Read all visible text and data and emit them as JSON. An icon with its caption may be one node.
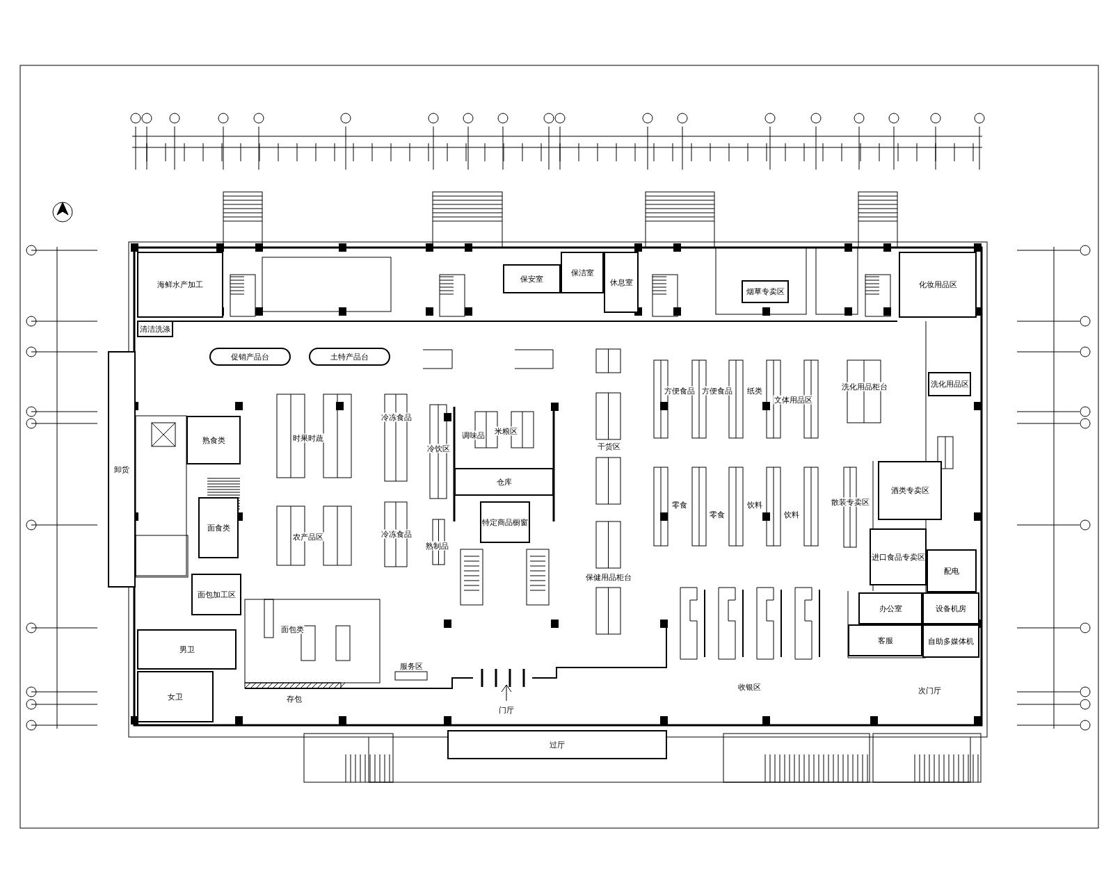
{
  "diagram": {
    "nodes": [
      {
        "text": [
          "海鲜水产加工"
        ]
      },
      {
        "text": [
          "清洁洗涤"
        ]
      },
      {
        "text": [
          "卸货"
        ]
      },
      {
        "text": [
          "熟食类"
        ]
      },
      {
        "text": [
          "面食类"
        ]
      },
      {
        "text": [
          "面包加工区"
        ]
      },
      {
        "text": [
          "男卫"
        ]
      },
      {
        "text": [
          "女卫"
        ]
      },
      {
        "text": [
          "保安室"
        ]
      },
      {
        "text": [
          "保洁室"
        ]
      },
      {
        "text": [
          "休息室"
        ]
      },
      {
        "text": [
          "烟草专卖区"
        ]
      },
      {
        "text": [
          "化妆用品区"
        ]
      },
      {
        "text": [
          "洗化用品区"
        ]
      },
      {
        "text": [
          "酒类专卖区"
        ]
      },
      {
        "text": [
          "进口食品专卖区"
        ]
      },
      {
        "text": [
          "配电"
        ]
      },
      {
        "text": [
          "办公室"
        ]
      },
      {
        "text": [
          "客服"
        ]
      },
      {
        "text": [
          "设备机房"
        ]
      },
      {
        "text": [
          "自助多媒体机"
        ]
      },
      {
        "text": [
          "仓库"
        ]
      },
      {
        "text": [
          "特定商品橱窗"
        ]
      },
      {
        "text": [
          "过厅"
        ]
      },
      {
        "text": [
          "促销产品台"
        ]
      },
      {
        "text": [
          "土特产品台"
        ]
      }
    ],
    "labels": [
      "时果时蔬",
      "农产品区",
      "冷冻食品",
      "冷冻食品",
      "冷饮区",
      "调味品",
      "米粮区",
      "熟制品",
      "干货区",
      "保健用品柜台",
      "方便食品",
      "方便食品",
      "纸类",
      "文体用品区",
      "洗化用品柜台",
      "零食",
      "零食",
      "饮料",
      "饮料",
      "散装专卖区",
      "面包类",
      "存包",
      "服务区",
      "门厅",
      "收银区",
      "次门厅"
    ]
  }
}
